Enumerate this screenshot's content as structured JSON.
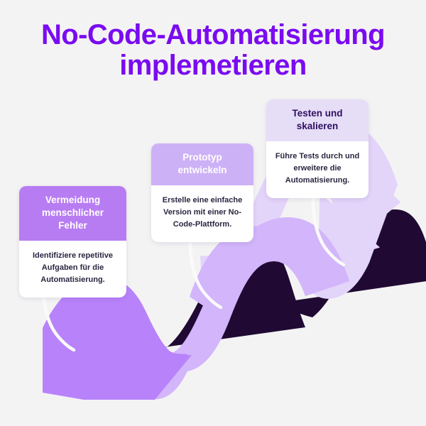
{
  "background_color": "#f4f3f4",
  "title": {
    "line1": "No-Code-Automatisierung",
    "line2": "implemetieren",
    "color": "#7a0bf0"
  },
  "steps": [
    {
      "id": "step-1",
      "heading": "Vermeidung menschlicher Fehler",
      "heading_line1": "Vermeidung",
      "heading_line2": "menschlicher Fehler",
      "body": "Identifiziere repetitive Aufgaben für die Automatisierung.",
      "header_bg": "#b87cf2",
      "header_text_color": "#ffffff"
    },
    {
      "id": "step-2",
      "heading": "Prototyp entwickeln",
      "heading_line1": "Prototyp",
      "heading_line2": "entwickeln",
      "body": "Erstelle eine einfache Version mit einer No-Code-Plattform.",
      "header_bg": "#cdb1f6",
      "header_text_color": "#ffffff"
    },
    {
      "id": "step-3",
      "heading": "Testen und skalieren",
      "heading_line1": "Testen und",
      "heading_line2": "skalieren",
      "body": "Führe Tests durch und erweitere die Automatisierung.",
      "header_bg": "#e6ddf7",
      "header_text_color": "#2e1060"
    }
  ],
  "graphic": {
    "name": "rising-wave-arrow",
    "segment_1_color": "#b883fa",
    "segment_2_color": "#d2b5fa",
    "segment_3_color": "#e3d4fa",
    "shadow_color": "#200a33",
    "connector_color": "#fbfafb"
  }
}
